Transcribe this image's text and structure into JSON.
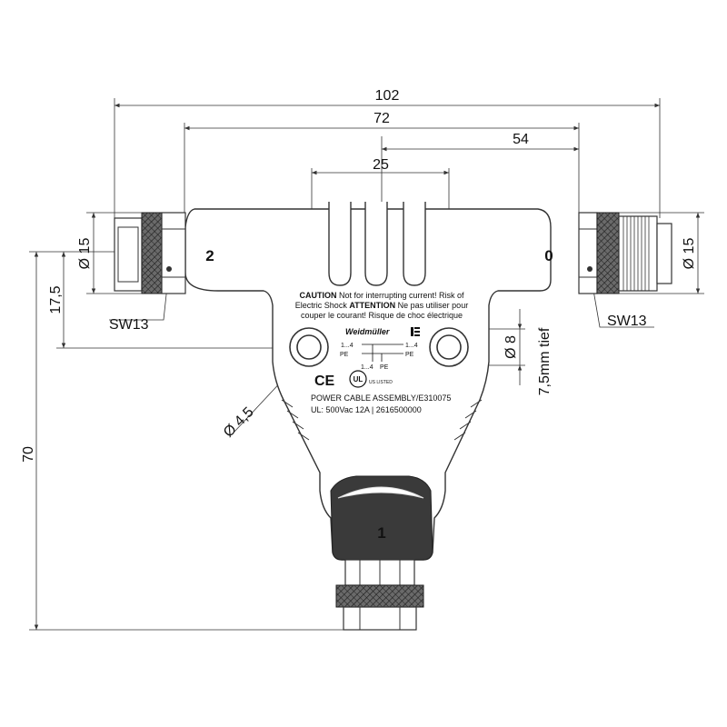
{
  "dimensions": {
    "d102": "102",
    "d72": "72",
    "d54": "54",
    "d25": "25",
    "d15_left": "Ø 15",
    "d15_right": "Ø 15",
    "d17_5": "17,5",
    "d70": "70",
    "sw13_left": "SW13",
    "sw13_right": "SW13",
    "d4_5": "Ø 4,5",
    "d8": "Ø 8",
    "depth": "7,5mm tief"
  },
  "ports": {
    "p0": "0",
    "p1": "1",
    "p2": "2"
  },
  "label": {
    "caution_line1_bold": "CAUTION",
    "caution_line1": " Not for interrupting current! Risk of",
    "caution_line2": "Electric Shock ",
    "caution_line2_bold": "ATTENTION",
    "caution_line2b": " Ne pas utiliser pour",
    "caution_line3": "couper le courant! Risque de choc électrique",
    "brand": "Weidmüller",
    "wiring_a": "1...4",
    "wiring_b": "1...4",
    "wiring_pe_left": "PE",
    "wiring_pe_right": "PE",
    "wiring_c": "1...4",
    "wiring_pe_bottom": "PE",
    "ce": "CE",
    "ul": "UL",
    "us_listed": "US LISTED",
    "assembly": "POWER CABLE ASSEMBLY/E310075",
    "rating": "UL: 500Vac 12A | 2616500000"
  }
}
